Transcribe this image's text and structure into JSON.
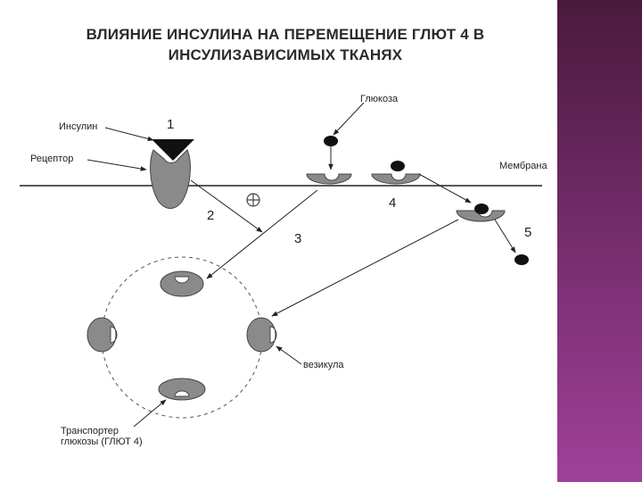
{
  "title": {
    "line1": "ВЛИЯНИЕ ИНСУЛИНА НА ПЕРЕМЕЩЕНИЕ ГЛЮТ 4 В",
    "line2": "ИНСУЛИЗАВИСИМЫХ ТКАНЯХ"
  },
  "labels": {
    "insulin": "Инсулин",
    "receptor": "Рецептор",
    "glucose": "Глюкоза",
    "membrane": "Мембрана",
    "vesicle": "везикула",
    "transporter_line1": "Транспортер",
    "transporter_line2": "глюкозы (ГЛЮТ 4)"
  },
  "steps": [
    "1",
    "2",
    "3",
    "4",
    "5"
  ],
  "colors": {
    "accent_band_top": "#4a1a3e",
    "accent_band_bottom": "#a0409a",
    "shape_fill": "#8a8a8a",
    "dark": "#111111",
    "line": "#222222"
  }
}
